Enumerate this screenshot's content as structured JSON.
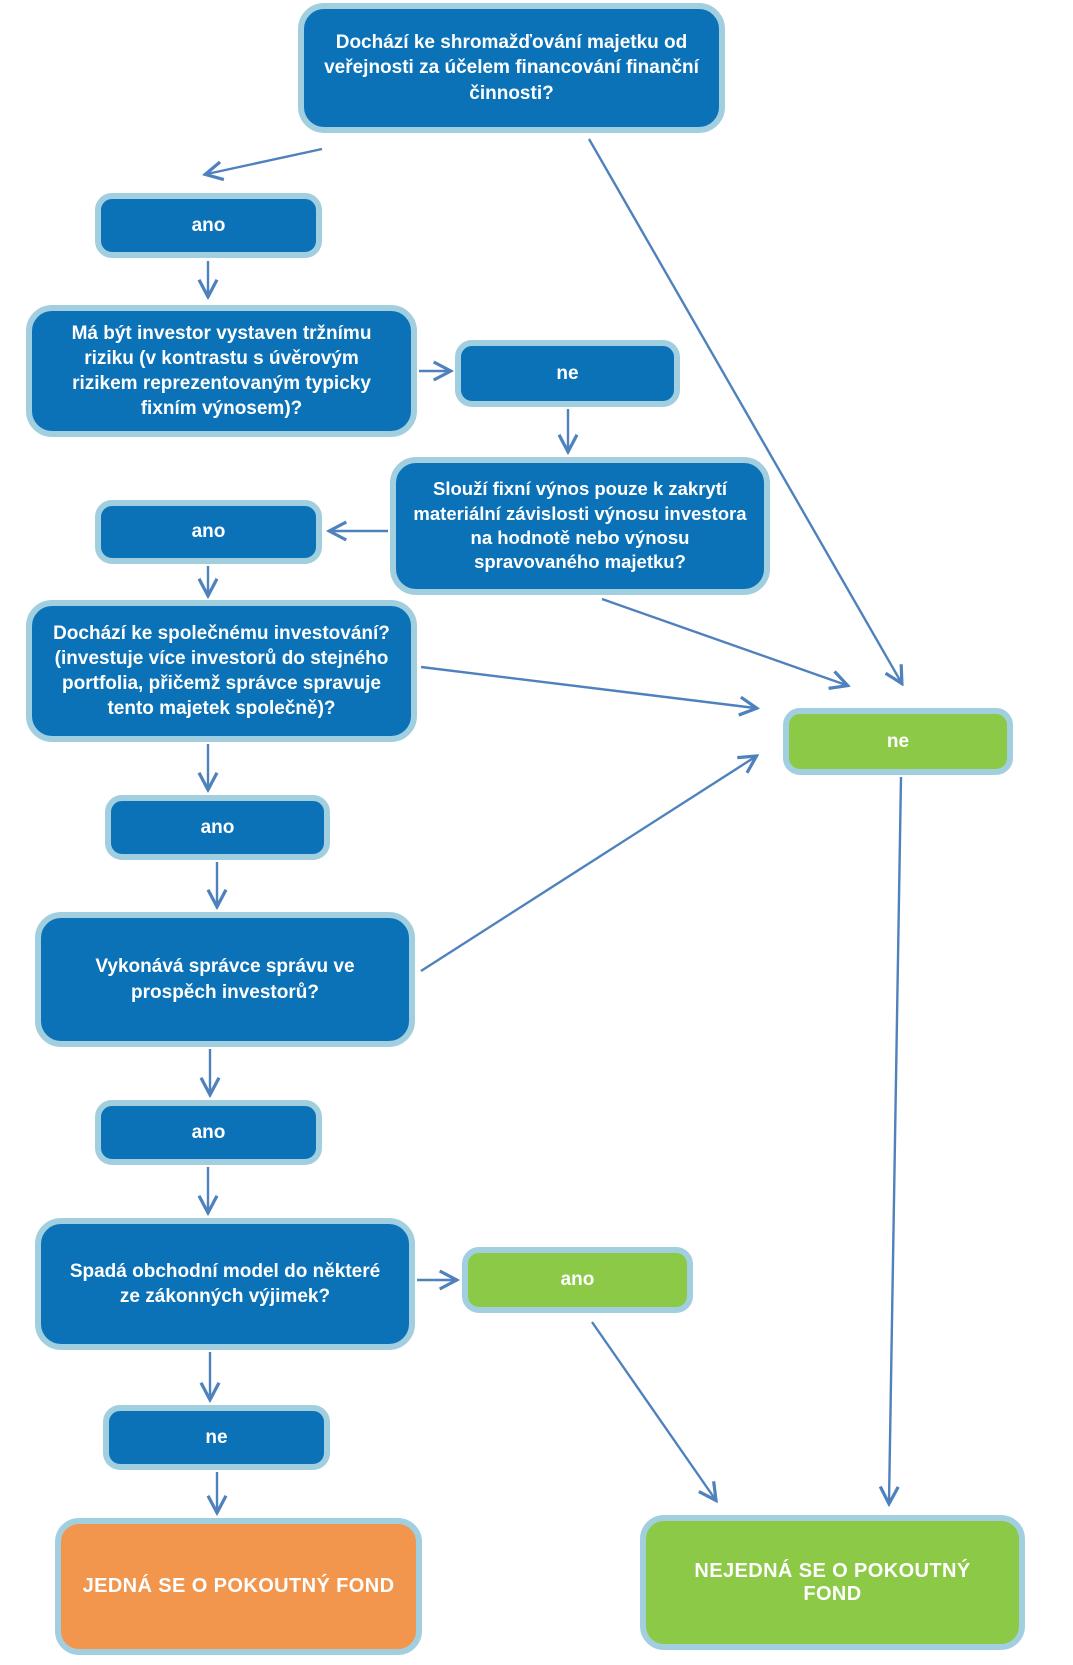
{
  "colors": {
    "question_fill": "#0b72b8",
    "box_border": "#a2cfe0",
    "green_fill": "#8cc947",
    "orange_fill": "#f2954d",
    "arrow": "#4f81bd",
    "text": "#ffffff"
  },
  "nodes": {
    "q_collect": {
      "label": "Dochází ke shromažďování majetku od veřejnosti za účelem financování finanční činnosti?"
    },
    "ans_ano_1": {
      "label": "ano"
    },
    "q_risk": {
      "label": "Má být investor vystaven tržnímu riziku (v kontrastu s úvěrovým rizikem reprezentovaným typicky fixním výnosem)?"
    },
    "ans_ne_1": {
      "label": "ne"
    },
    "q_fixed": {
      "label": "Slouží fixní výnos pouze k zakrytí materiální závislosti výnosu investora na hodnotě nebo výnosu spravovaného majetku?"
    },
    "ans_ano_2": {
      "label": "ano"
    },
    "q_collective": {
      "label": "Dochází ke společnému investování? (investuje více investorů do stejného portfolia, přičemž správce spravuje tento majetek společně)?"
    },
    "ans_ano_3": {
      "label": "ano"
    },
    "q_benefit": {
      "label": "Vykonává správce správu ve prospěch investorů?"
    },
    "ans_ano_4": {
      "label": "ano"
    },
    "q_exemption": {
      "label": "Spadá obchodní model do některé ze zákonných výjimek?"
    },
    "ans_ano_green": {
      "label": "ano"
    },
    "ans_ne_2": {
      "label": "ne"
    },
    "ans_ne_green": {
      "label": "ne"
    },
    "result_yes": {
      "label": "JEDNÁ SE O POKOUTNÝ FOND"
    },
    "result_no": {
      "label": "NEJEDNÁ SE O POKOUTNÝ FOND"
    }
  }
}
